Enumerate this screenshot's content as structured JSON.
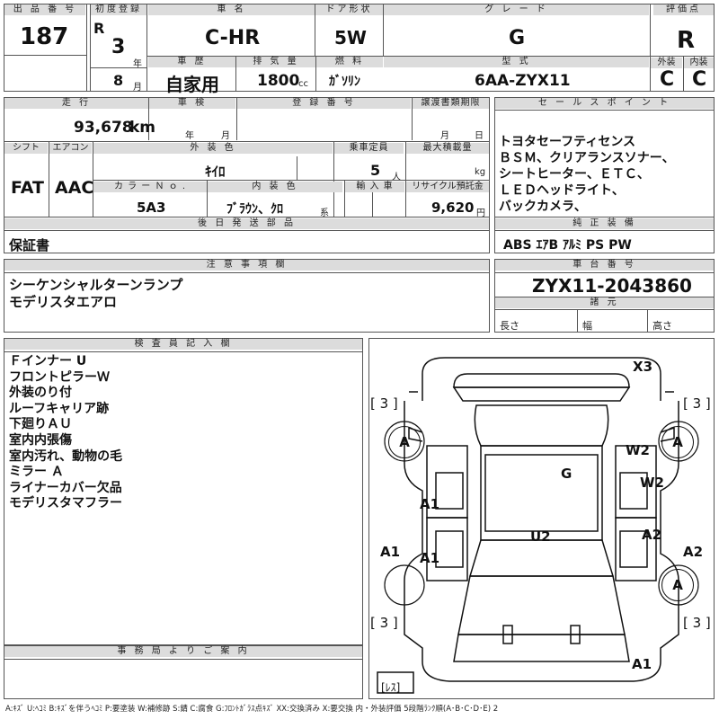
{
  "header": {
    "lot_label": "出 品 番 号",
    "lot_no": "187",
    "reg_label": "初度登録",
    "era": "R",
    "reg_year": "3",
    "year_unit": "年",
    "reg_month": "8",
    "month_unit": "月",
    "car_name_label": "車 名",
    "car_name": "C-HR",
    "door_label": "ドア形状",
    "door": "5W",
    "grade_label": "グ レ ー ド",
    "grade": "G",
    "score_label": "評価点",
    "score": "R",
    "history_label": "車 歴",
    "history": "自家用",
    "displacement_label": "排 気 量",
    "displacement": "1800",
    "displacement_unit": "cc",
    "fuel_label": "燃 料",
    "fuel": "ｶﾞｿﾘﾝ",
    "model_label": "型 式",
    "model": "6AA-ZYX11",
    "ext_label": "外装",
    "ext_grade": "C",
    "int_label": "内装",
    "int_grade": "C"
  },
  "row2": {
    "mileage_label": "走 行",
    "mileage": "93,678",
    "mileage_unit": "km",
    "inspection_label": "車 検",
    "insp_year_unit": "年",
    "insp_month_unit": "月",
    "regno_label": "登 録 番 号",
    "transfer_label": "譲渡書類期限",
    "tr_month_unit": "月",
    "tr_day_unit": "日",
    "shift_label": "シフト",
    "shift": "FAT",
    "ac_label": "エアコン",
    "ac": "AAC",
    "color_label": "外 装 色",
    "color": "ｷｲﾛ",
    "capacity_label": "乗車定員",
    "capacity": "5",
    "capacity_unit": "人",
    "load_label": "最大積載量",
    "load_unit": "kg",
    "colorno_label": "カ ラ ー  Ｎ ｏ .",
    "colorno": "5A3",
    "interior_label": "内 装 色",
    "interior": "ﾌﾞﾗｳﾝ、ｸﾛ",
    "interior_unit": "系",
    "import_label": "輸 入 車",
    "recycle_label": "リサイクル預託金",
    "recycle": "9,620",
    "recycle_unit": "円",
    "later_label": "後 日 発 送 部 品",
    "later": "保証書"
  },
  "sales": {
    "label": "セ ー ル ス ポ イ ン ト",
    "lines": [
      "トヨタセーフティセンス",
      "ＢＳＭ、クリアランスソナー、",
      "シートヒーター、ＥＴＣ、",
      "ＬＥＤヘッドライト、",
      "バックカメラ、"
    ]
  },
  "equipment": {
    "label": "純 正 装 備",
    "items": "ABS ｴｱB ｱﾙﾐ PS PW"
  },
  "notes": {
    "label": "注 意 事 項 欄",
    "lines": [
      "シーケンシャルターンランプ",
      "モデリスタエアロ"
    ]
  },
  "chassis": {
    "label": "車 台 番 号",
    "number": "ZYX11-2043860",
    "spec_label": "諸 元",
    "length_label": "長さ",
    "width_label": "幅",
    "height_label": "高さ"
  },
  "inspector": {
    "label": "検 査 員 記 入 欄",
    "lines": [
      "Ｆインナー U",
      "フロントピラーＷ",
      "外装のり付",
      "ルーフキャリア跡",
      "下廻りＡＵ",
      "室内内張傷",
      "室内汚れ、動物の毛",
      "ミラー Ａ",
      "ライナーカバー欠品",
      "モデリスタマフラー"
    ]
  },
  "diagram": {
    "marks": {
      "x3": "X3",
      "w2a": "W2",
      "w2b": "W2",
      "g": "G",
      "a1_front": "A1",
      "a1_rear": "A1",
      "u2": "U2",
      "a2_right": "A2",
      "a1_left": "A1",
      "a2_right_edge": "A2",
      "a1_bottom": "A1",
      "tire_fl": "[ 3 ]",
      "tire_fr": "[ 3 ]",
      "tire_rl": "[ 3 ]",
      "tire_rr": "[ 3 ]",
      "circ_fl": "A",
      "circ_fr": "A",
      "circ_rr": "A",
      "spare": "[ﾚｽ]"
    }
  },
  "office": {
    "label": "事 務 局 よ り ご 案 内"
  },
  "legend": "A:ｷｽﾞ U:ﾍｺﾐ B:ｷｽﾞを伴うﾍｺﾐ P:要塗装 W:補修跡 S:錆 C:腐食 G:ﾌﾛﾝﾄｶﾞﾗｽ点ｷｽﾞ XX:交換済み X:要交換 内・外装評価 5段階ﾗﾝｸ順(A･B･C･D･E) 2"
}
